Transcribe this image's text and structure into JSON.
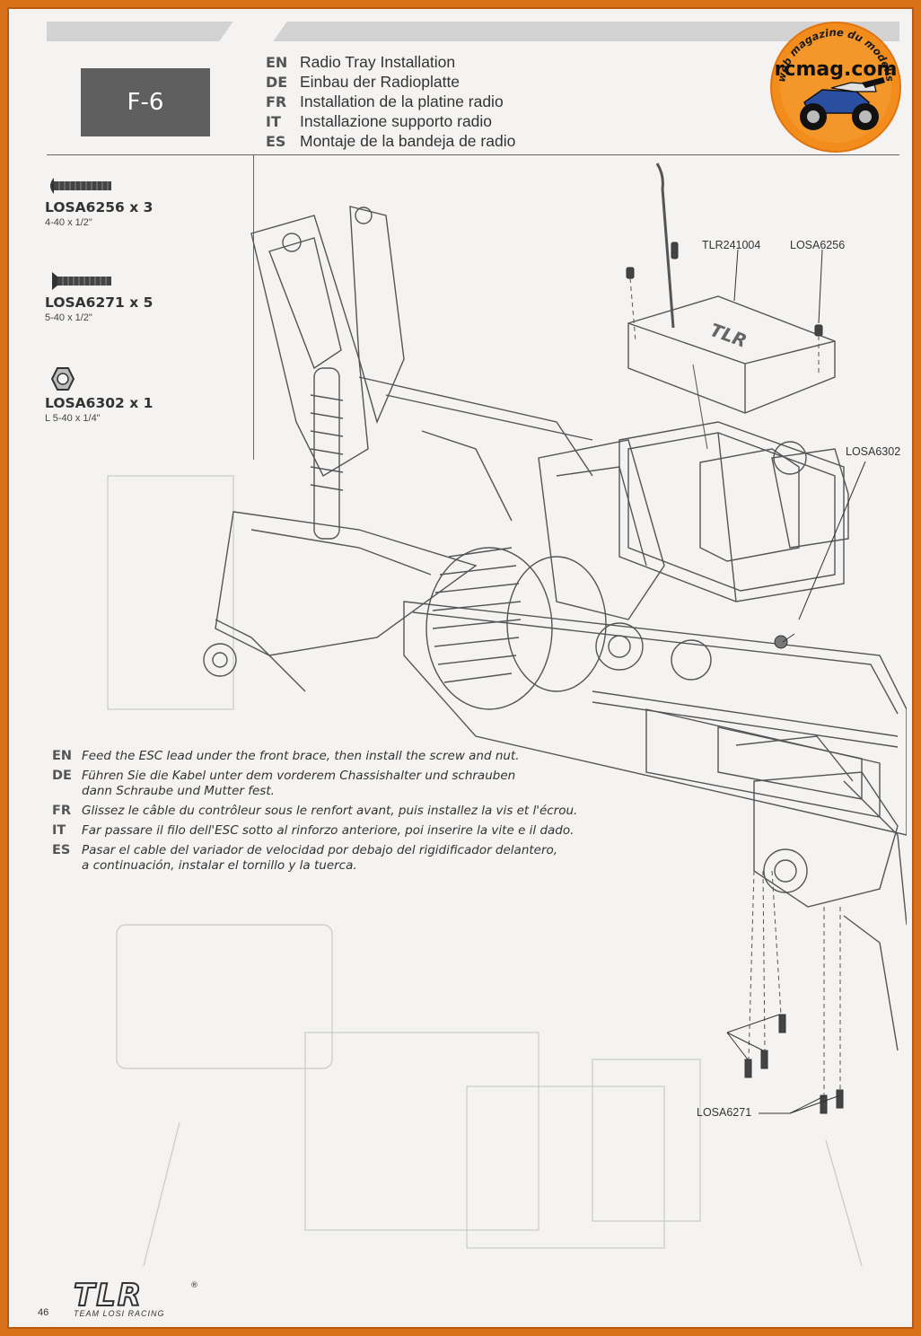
{
  "step": {
    "label": "F-6"
  },
  "titles": [
    {
      "lang": "EN",
      "text": "Radio Tray Installation"
    },
    {
      "lang": "DE",
      "text": "Einbau der Radioplatte"
    },
    {
      "lang": "FR",
      "text": "Installation de la platine radio"
    },
    {
      "lang": "IT",
      "text": "Installazione supporto radio"
    },
    {
      "lang": "ES",
      "text": "Montaje de la bandeja de radio"
    }
  ],
  "parts": [
    {
      "name": "LOSA6256 x 3",
      "size": "4-40 x 1/2\"",
      "icon": "button-head-screw-icon"
    },
    {
      "name": "LOSA6271 x 5",
      "size": "5-40 x 1/2\"",
      "icon": "flat-head-screw-icon"
    },
    {
      "name": "LOSA6302 x 1",
      "size": "L 5-40 x 1/4\"",
      "icon": "hex-nut-icon"
    }
  ],
  "callouts": {
    "radio_tray": "TLR241004",
    "tray_screw": "LOSA6256",
    "nut": "LOSA6302",
    "chassis_screws": "LOSA6271"
  },
  "instructions": [
    {
      "lang": "EN",
      "lines": [
        "Feed the ESC lead under the front brace, then install the screw and nut."
      ]
    },
    {
      "lang": "DE",
      "lines": [
        "Führen Sie die Kabel unter dem vorderem Chassishalter und schrauben",
        "dann Schraube und Mutter fest."
      ]
    },
    {
      "lang": "FR",
      "lines": [
        "Glissez le câble du contrôleur sous le renfort avant, puis installez la vis et l'écrou."
      ]
    },
    {
      "lang": "IT",
      "lines": [
        "Far passare il filo dell'ESC sotto al rinforzo anteriore, poi inserire la vite e il dado."
      ]
    },
    {
      "lang": "ES",
      "lines": [
        "Pasar el cable del variador de velocidad por debajo del rigidificador delantero,",
        "a continuación, instalar el tornillo y la tuerca."
      ]
    }
  ],
  "badge": {
    "top": "Le web magazine du modelisme",
    "brand": "rcmag.com",
    "accent": "#f28c1c"
  },
  "footer": {
    "page_number": "46",
    "logo": "TLR",
    "team": "TEAM LOSI RACING",
    "registered": "®"
  },
  "colors": {
    "frame": "#d9701a",
    "paper": "#f4f3f1",
    "step_box": "#5f5f5f",
    "line_art": "#555555"
  }
}
